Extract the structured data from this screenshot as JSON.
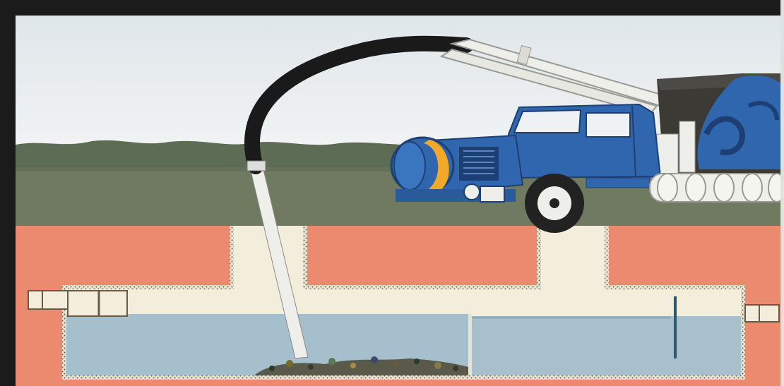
{
  "figure": {
    "has_visible_text": false,
    "colors": {
      "frame": "#1b1b1b",
      "sky": "#e6ebee",
      "tree_line": "#5d6c55",
      "field": "#6f7a61",
      "soil": "#ec8a70",
      "tank_shell": "#f3eedb",
      "liquid": "#a6bfcc",
      "sludge": "#5a5a4a",
      "truck_body": "#2f66ad",
      "truck_dark": "#1d3f73",
      "reel_orange": "#f2a92a",
      "hose": "#1a1a1a",
      "pipe": "#eeeeea",
      "tire": "#222222",
      "tank_dark": "#3c3a34"
    },
    "icons": [
      "vacuum-truck",
      "suction-hose",
      "septic-tank",
      "outlet-pipe",
      "inlet-pipe",
      "baffle"
    ]
  }
}
